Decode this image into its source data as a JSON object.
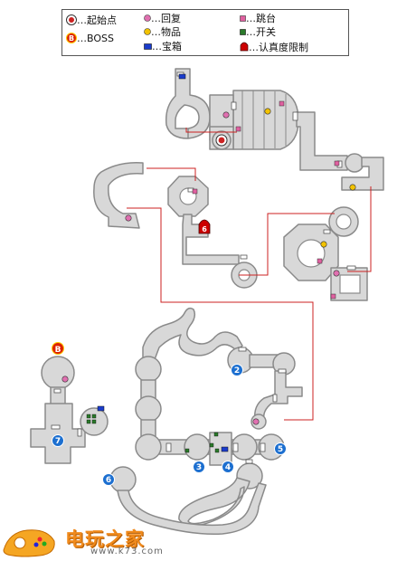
{
  "legend": {
    "items": [
      {
        "id": "start",
        "label": "起始点",
        "icon": "start-point-icon",
        "color": "#cc2222"
      },
      {
        "id": "boss",
        "label": "BOSS",
        "icon": "boss-icon",
        "color": "#dd2200",
        "glyph": "B"
      },
      {
        "id": "recover",
        "label": "回复",
        "icon": "recovery-icon",
        "color": "#e070b0"
      },
      {
        "id": "item",
        "label": "物品",
        "icon": "item-icon",
        "color": "#f2c200"
      },
      {
        "id": "chest",
        "label": "宝箱",
        "icon": "chest-icon",
        "color": "#1a3ccc"
      },
      {
        "id": "jump",
        "label": "跳台",
        "icon": "jump-pad-icon",
        "color": "#e060a0"
      },
      {
        "id": "switch",
        "label": "开关",
        "icon": "switch-icon",
        "color": "#2a7a2a"
      },
      {
        "id": "gate",
        "label": "认真度限制",
        "icon": "restriction-gate-icon",
        "color": "#cc0000"
      }
    ],
    "dots": "…"
  },
  "markers": {
    "gate_number": "6",
    "boss_glyph": "B",
    "warps": [
      "2",
      "3",
      "4",
      "5",
      "6",
      "7"
    ]
  },
  "colors": {
    "floor": "#d8d8d8",
    "wall": "#8a8a8a",
    "route": "#cc2222",
    "warp": "#1c6fd0"
  },
  "watermark": {
    "title": "电玩之家",
    "url": "www.k73.com"
  }
}
